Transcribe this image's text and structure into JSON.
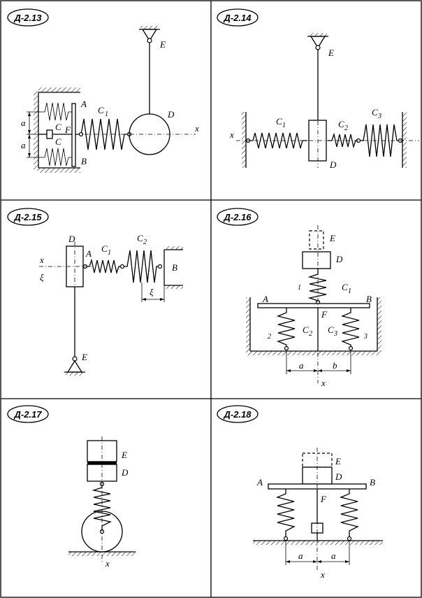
{
  "panels": [
    {
      "id": "Д-2.13",
      "labels": {
        "E": "E",
        "D": "D",
        "C1": "C",
        "C1_sub": "1",
        "x": "x",
        "A": "A",
        "B": "B",
        "C_top": "C",
        "C_bottom": "C",
        "F": "F",
        "a_top": "a",
        "a_bottom": "a"
      }
    },
    {
      "id": "Д-2.14",
      "labels": {
        "E": "E",
        "D": "D",
        "C1": "C",
        "C1_sub": "1",
        "C2": "C",
        "C2_sub": "2",
        "C3": "C",
        "C3_sub": "3",
        "x": "x"
      }
    },
    {
      "id": "Д-2.15",
      "labels": {
        "D": "D",
        "A": "A",
        "C1": "C",
        "C1_sub": "1",
        "C2": "C",
        "C2_sub": "2",
        "B": "B",
        "x": "x",
        "xi_left": "ξ",
        "xi_gap": "ξ",
        "E": "E"
      }
    },
    {
      "id": "Д-2.16",
      "labels": {
        "E": "E",
        "D": "D",
        "n1": "1",
        "C1": "C",
        "C1_sub": "1",
        "A": "A",
        "B": "B",
        "F": "F",
        "C2": "C",
        "C2_sub": "2",
        "C3": "C",
        "C3_sub": "3",
        "n2": "2",
        "n3": "3",
        "a": "a",
        "b": "b",
        "x": "x"
      }
    },
    {
      "id": "Д-2.17",
      "labels": {
        "E": "E",
        "D": "D",
        "x": "x"
      }
    },
    {
      "id": "Д-2.18",
      "labels": {
        "E": "E",
        "D": "D",
        "A": "A",
        "B": "B",
        "F": "F",
        "a_left": "a",
        "a_right": "a",
        "x": "x"
      }
    }
  ]
}
